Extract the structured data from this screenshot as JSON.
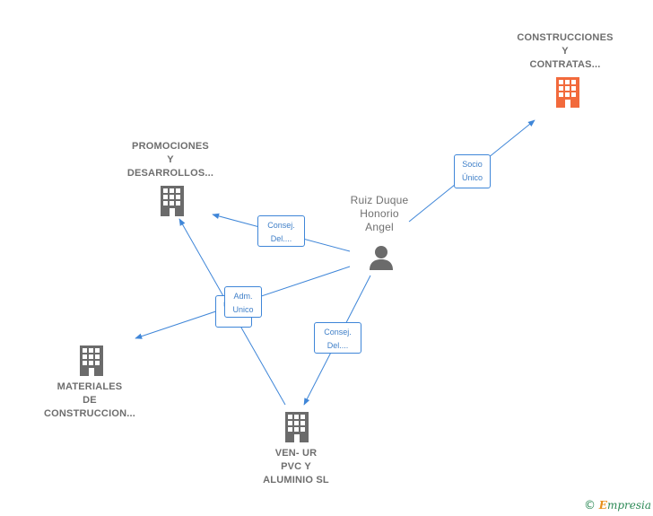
{
  "nodes": {
    "construcciones": {
      "lines": [
        "CONSTRUCCIONES",
        "Y",
        "CONTRATAS..."
      ],
      "icon": "building-icon",
      "color": "#f26a3c"
    },
    "promociones": {
      "lines": [
        "PROMOCIONES",
        "Y",
        "DESARROLLOS..."
      ],
      "icon": "building-icon",
      "color": "#6b6b6b"
    },
    "materiales": {
      "lines": [
        "MATERIALES",
        "DE",
        "CONSTRUCCION..."
      ],
      "icon": "building-icon",
      "color": "#6b6b6b"
    },
    "venur": {
      "lines": [
        "VEN- UR",
        "PVC Y",
        "ALUMINIO SL"
      ],
      "icon": "building-icon",
      "color": "#6b6b6b"
    },
    "person": {
      "lines": [
        "Ruiz Duque",
        "Honorio",
        "Angel"
      ],
      "icon": "person-icon",
      "color": "#6b6b6b"
    }
  },
  "edges": {
    "socio_unico": {
      "lines": [
        "Socio",
        "Único"
      ]
    },
    "consej_promociones": {
      "lines": [
        "Consej.",
        "Del...."
      ]
    },
    "adm_unico_back": {
      "lines": [
        "",
        "Unico"
      ]
    },
    "adm_unico": {
      "lines": [
        "Adm.",
        "Unico"
      ]
    },
    "consej_venur": {
      "lines": [
        "Consej.",
        "Del...."
      ]
    }
  },
  "colors": {
    "edge": "#3f86d8",
    "highlight": "#f26a3c",
    "building": "#6b6b6b"
  },
  "footer": {
    "copyright": "©",
    "brand_first": "E",
    "brand_rest": "mpresia"
  }
}
